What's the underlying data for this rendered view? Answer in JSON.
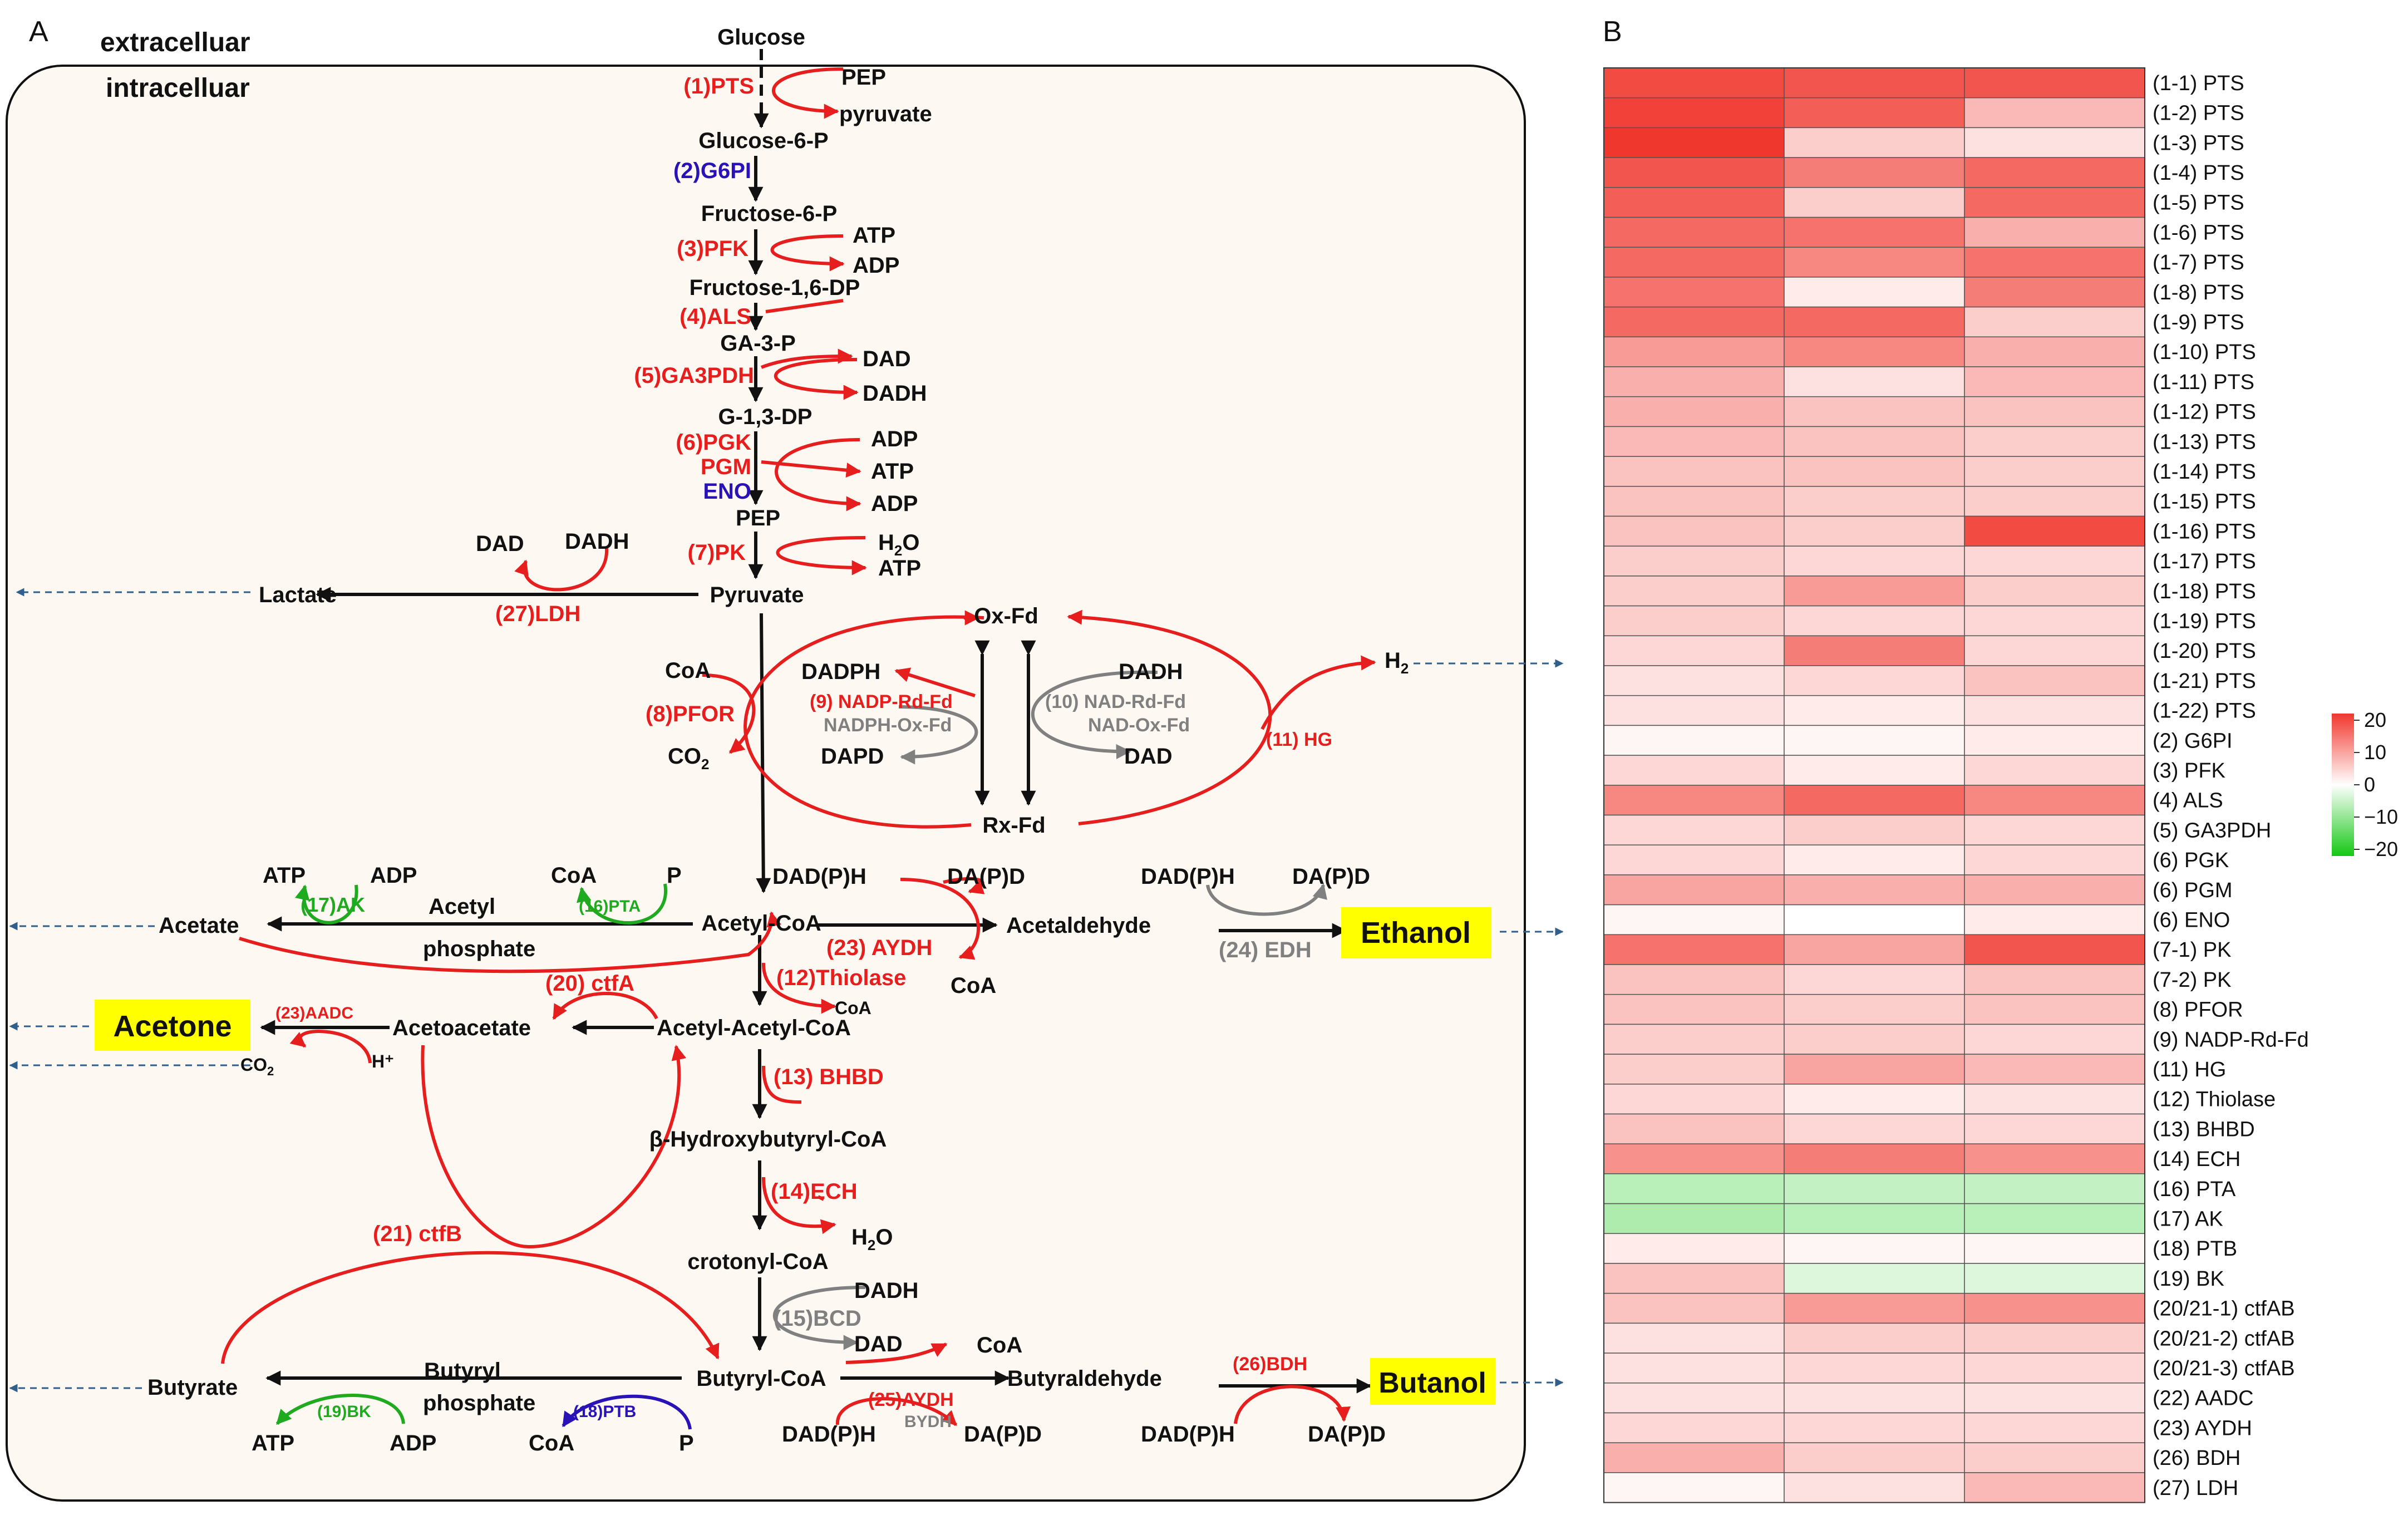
{
  "panels": {
    "a": "A",
    "b": "B"
  },
  "colors": {
    "red": "#e61e1e",
    "blue": "#2a13b6",
    "grey": "#808080",
    "green": "#1faa1f",
    "highlight": "#ffff00",
    "cell_background": "#fdf9f2",
    "dashed_flux": "#2f5f8a"
  },
  "compartments": {
    "extracellular": "extracelluar",
    "intracellular": "intracelluar"
  },
  "metabolites": {
    "glucose": "Glucose",
    "pep": "PEP",
    "pyruvate_side": "pyruvate",
    "glucose6p": "Glucose-6-P",
    "fructose6p": "Fructose-6-P",
    "atp": "ATP",
    "adp": "ADP",
    "fructose16dp": "Fructose-1,6-DP",
    "ga3p": "GA-3-P",
    "dad": "DAD",
    "dadh": "DADH",
    "g13dp": "G-1,3-DP",
    "pep2": "PEP",
    "h2o": "H",
    "h2o_sub": "2",
    "h2o_o": "O",
    "pyruvate": "Pyruvate",
    "lactate": "Lactate",
    "oxfd": "Ox-Fd",
    "rxfd": "Rx-Fd",
    "dadph": "DADPH",
    "dapd": "DAPD",
    "coa": "CoA",
    "co2": "CO",
    "co2_sub": "2",
    "h2": "H",
    "h2_sub": "2",
    "acetylcoa": "Acetyl-CoA",
    "acetylphosphate_1": "Acetyl",
    "acetylphosphate_2": "phosphate",
    "acetate": "Acetate",
    "p": "P",
    "dadph_paren": "DAD(P)H",
    "dapd_paren": "DA(P)D",
    "acetaldehyde": "Acetaldehyde",
    "acetoacetate": "Acetoacetate",
    "acetylacetylcoa": "Acetyl-Acetyl-CoA",
    "hplus": "H⁺",
    "hydroxybutyryl": "β-Hydroxybutyryl-CoA",
    "crotonyl": "crotonyl-CoA",
    "butyrylcoa": "Butyryl-CoA",
    "butyrylphosphate_1": "Butyryl",
    "butyrylphosphate_2": "phosphate",
    "butyrate": "Butyrate",
    "butyraldehyde": "Butyraldehyde"
  },
  "products": {
    "ethanol": "Ethanol",
    "acetone": "Acetone",
    "butanol": "Butanol"
  },
  "enzymes": {
    "pts": "(1)PTS",
    "g6pi": "(2)G6PI",
    "pfk": "(3)PFK",
    "als": "(4)ALS",
    "ga3pdh": "(5)GA3PDH",
    "pgk": "(6)PGK",
    "pgm": "PGM",
    "eno": "ENO",
    "pk": "(7)PK",
    "ldh": "(27)LDH",
    "pfor": "(8)PFOR",
    "nadp_rd_fd": "(9) NADP-Rd-Fd",
    "nadph_ox_fd": "NADPH-Ox-Fd",
    "nad_rd_fd": "(10) NAD-Rd-Fd",
    "nad_ox_fd": "NAD-Ox-Fd",
    "hg": "(11) HG",
    "ak": "(17)AK",
    "pta": "(16)PTA",
    "aydh23": "(23) AYDH",
    "edh": "(24) EDH",
    "thiolase": "(12)Thiolase",
    "ctfa": "(20) ctfA",
    "aadc": "(23)AADC",
    "bhbd": "(13) BHBD",
    "ech": "(14)ECH",
    "ctfb": "(21) ctfB",
    "bcd": "(15)BCD",
    "bk": "(19)BK",
    "ptb": "(18)PTB",
    "aydh25": "(25)AYDH",
    "bydh": "BYDH",
    "bdh": "(26)BDH"
  },
  "heatmap": {
    "rows": [
      "(1-1) PTS",
      "(1-2) PTS",
      "(1-3) PTS",
      "(1-4) PTS",
      "(1-5) PTS",
      "(1-6) PTS",
      "(1-7) PTS",
      "(1-8) PTS",
      "(1-9) PTS",
      "(1-10) PTS",
      "(1-11) PTS",
      "(1-12) PTS",
      "(1-13) PTS",
      "(1-14) PTS",
      "(1-15) PTS",
      "(1-16) PTS",
      "(1-17) PTS",
      "(1-18) PTS",
      "(1-19) PTS",
      "(1-20) PTS",
      "(1-21) PTS",
      "(1-22) PTS",
      "(2) G6PI",
      "(3) PFK",
      "(4) ALS",
      "(5) GA3PDH",
      "(6) PGK",
      "(6) PGM",
      "(6) ENO",
      "(7-1) PK",
      "(7-2) PK",
      "(8) PFOR",
      "(9) NADP-Rd-Fd",
      "(11) HG",
      "(12) Thiolase",
      "(13) BHBD",
      "(14) ECH",
      "(16) PTA",
      "(17) AK",
      "(18) PTB",
      "(19) BK",
      "(20/21-1) ctfAB",
      "(20/21-2) ctfAB",
      "(20/21-3) ctfAB",
      "(22) AADC",
      "(23) AYDH",
      "(26) BDH",
      "(27) LDH"
    ],
    "values": [
      [
        18,
        17,
        17
      ],
      [
        19,
        16,
        7
      ],
      [
        20,
        5,
        3
      ],
      [
        17,
        13,
        15
      ],
      [
        16,
        5,
        15
      ],
      [
        15,
        14,
        8
      ],
      [
        15,
        12,
        14
      ],
      [
        14,
        2,
        13
      ],
      [
        15,
        15,
        5
      ],
      [
        10,
        12,
        8
      ],
      [
        8,
        3,
        7
      ],
      [
        8,
        6,
        6
      ],
      [
        7,
        6,
        5
      ],
      [
        6,
        6,
        5
      ],
      [
        6,
        5,
        5
      ],
      [
        6,
        5,
        18
      ],
      [
        5,
        4,
        4
      ],
      [
        5,
        10,
        5
      ],
      [
        5,
        4,
        4
      ],
      [
        4,
        13,
        4
      ],
      [
        3,
        4,
        6
      ],
      [
        3,
        2,
        3
      ],
      [
        1,
        1,
        2
      ],
      [
        4,
        2,
        4
      ],
      [
        12,
        15,
        12
      ],
      [
        4,
        5,
        4
      ],
      [
        4,
        2,
        4
      ],
      [
        9,
        8,
        8
      ],
      [
        1,
        0,
        2
      ],
      [
        14,
        9,
        17
      ],
      [
        6,
        4,
        6
      ],
      [
        6,
        5,
        6
      ],
      [
        5,
        5,
        4
      ],
      [
        5,
        9,
        7
      ],
      [
        4,
        2,
        3
      ],
      [
        6,
        4,
        4
      ],
      [
        11,
        13,
        11
      ],
      [
        -6,
        -5,
        -5
      ],
      [
        -7,
        -6,
        -6
      ],
      [
        2,
        1,
        1
      ],
      [
        6,
        -3,
        -3
      ],
      [
        6,
        10,
        11
      ],
      [
        3,
        5,
        5
      ],
      [
        3,
        4,
        4
      ],
      [
        3,
        3,
        3
      ],
      [
        4,
        4,
        4
      ],
      [
        8,
        5,
        5
      ],
      [
        1,
        3,
        7
      ]
    ],
    "colorbar": {
      "ticks": [
        "20",
        "10",
        "0",
        "−10",
        "−20"
      ],
      "min": -20,
      "max": 20
    }
  }
}
